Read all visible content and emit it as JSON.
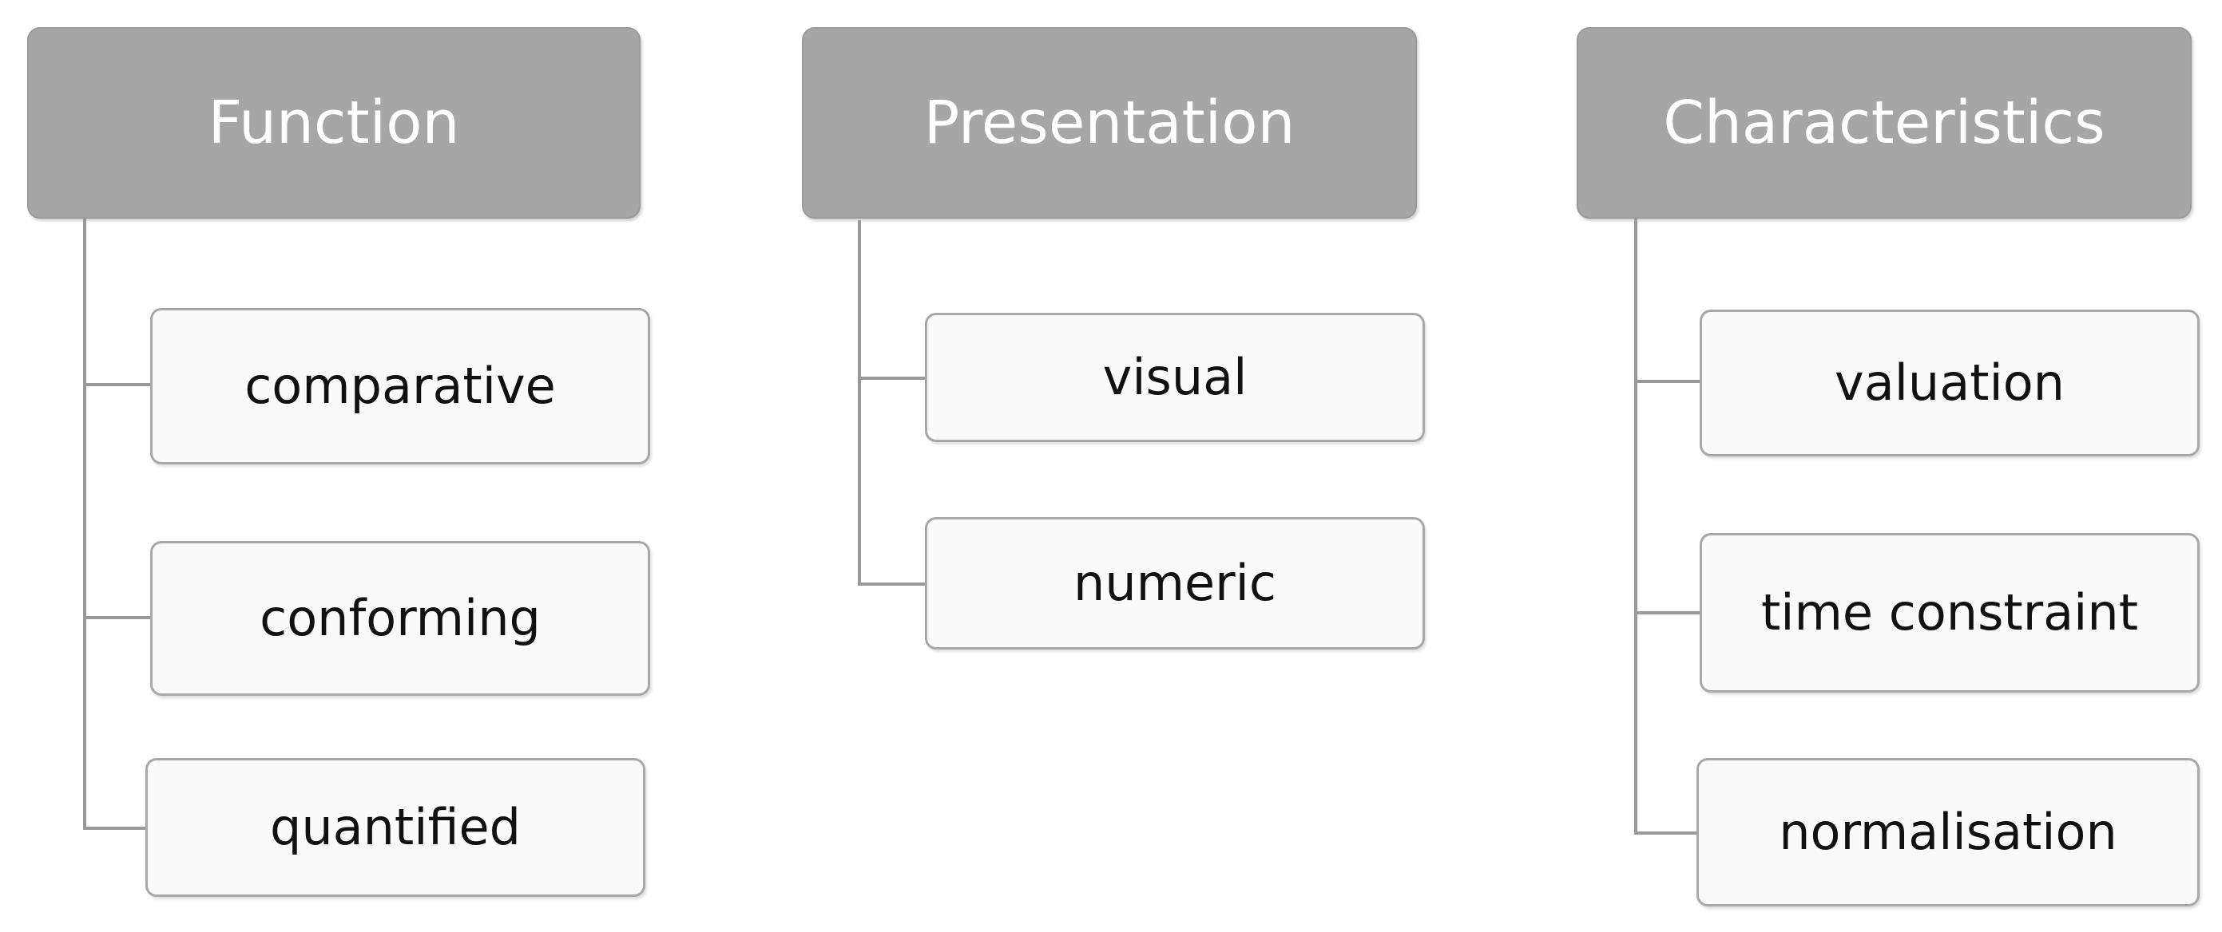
{
  "categories": [
    {
      "title": "Function",
      "items": [
        "comparative",
        "conforming",
        "quantified"
      ]
    },
    {
      "title": "Presentation",
      "items": [
        "visual",
        "numeric"
      ]
    },
    {
      "title": "Characteristics",
      "items": [
        "valuation",
        "time constraint",
        "normalisation"
      ]
    }
  ],
  "colors": {
    "header_fill": "#a6a6a6",
    "item_fill": "#fafafa",
    "connector": "#999999"
  }
}
